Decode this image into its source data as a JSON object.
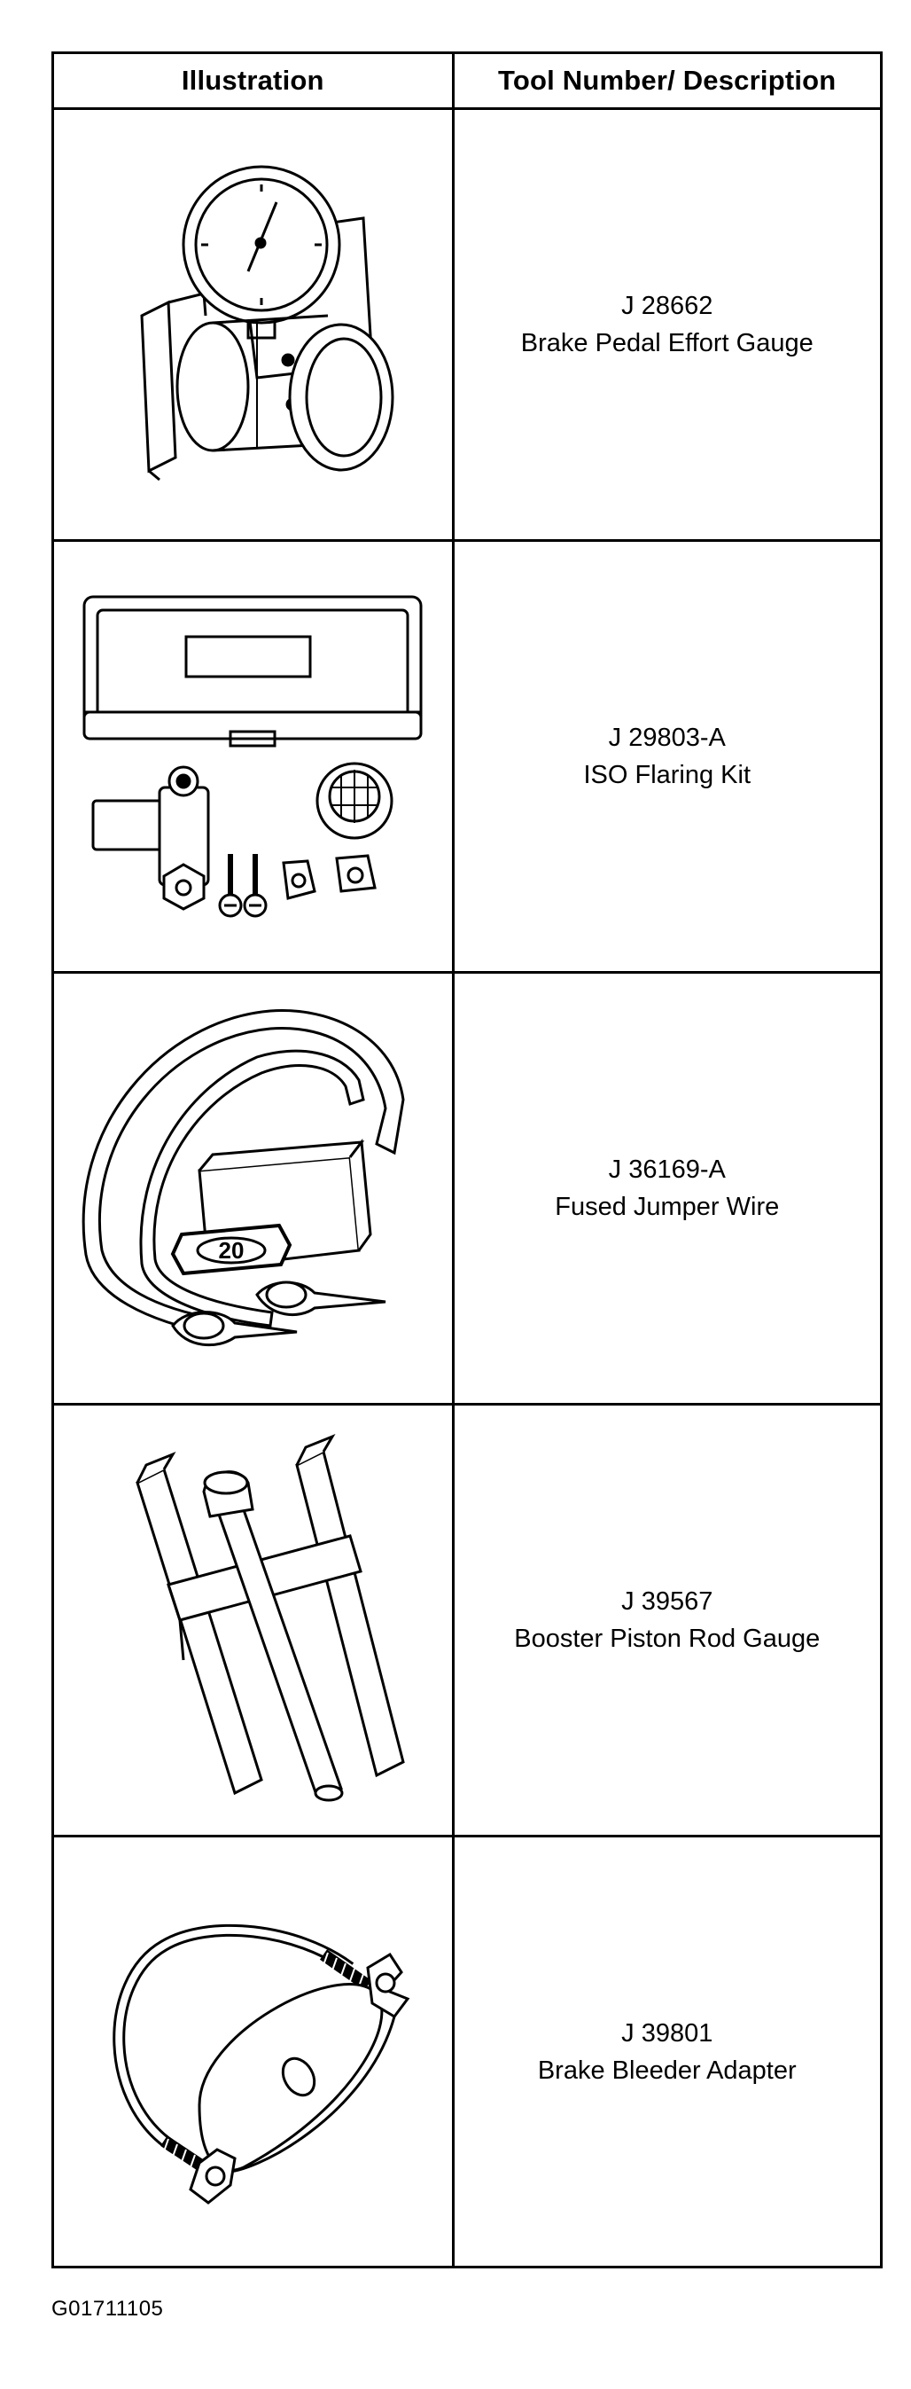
{
  "table": {
    "headers": {
      "illustration": "Illustration",
      "description": "Tool Number/ Description"
    },
    "rows": [
      {
        "tool_number": "J 28662",
        "description": "Brake Pedal Effort Gauge",
        "icon": "pedal-effort-gauge-icon"
      },
      {
        "tool_number": "J 29803-A",
        "description": "ISO Flaring Kit",
        "icon": "flaring-kit-icon"
      },
      {
        "tool_number": "J 36169-A",
        "description": "Fused Jumper Wire",
        "icon": "jumper-wire-icon",
        "fuse_label": "20"
      },
      {
        "tool_number": "J 39567",
        "description": "Booster Piston Rod Gauge",
        "icon": "piston-rod-gauge-icon"
      },
      {
        "tool_number": "J 39801",
        "description": "Brake Bleeder Adapter",
        "icon": "bleeder-adapter-icon"
      }
    ]
  },
  "footer": {
    "code": "G01711105"
  }
}
